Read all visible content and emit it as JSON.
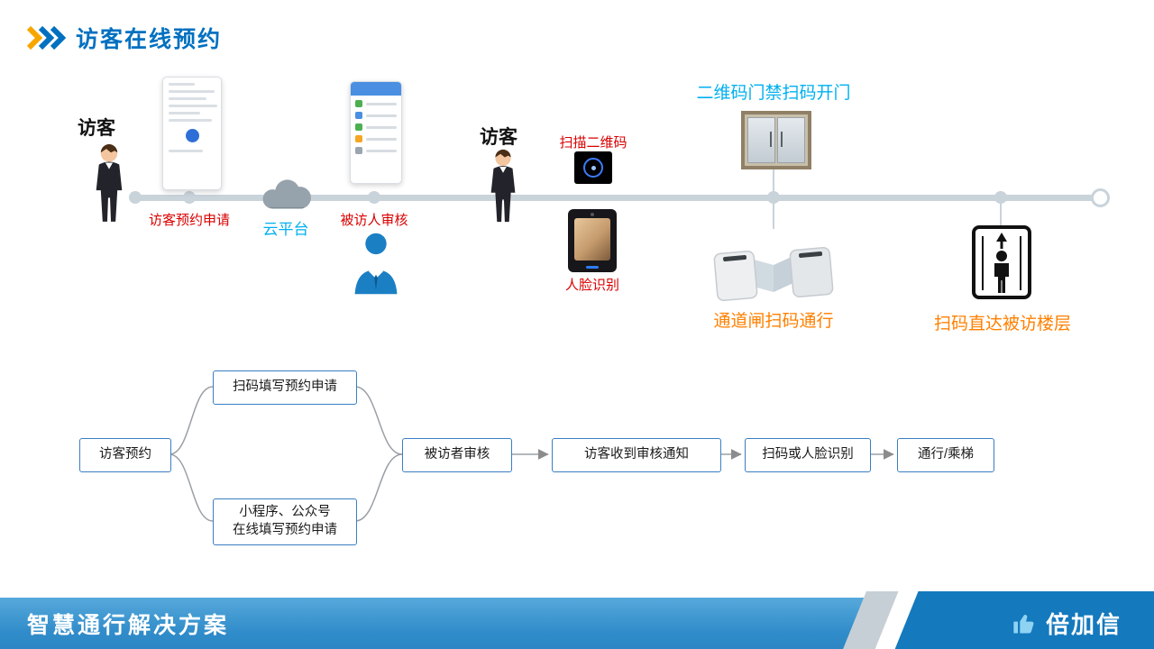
{
  "title": "访客在线预约",
  "colors": {
    "title_blue": "#0070C0",
    "label_red": "#D90000",
    "label_cyan": "#00B0F0",
    "label_orange": "#FF8000",
    "timeline_gray": "#C9D3DA",
    "flow_box_border": "#3A7EC2",
    "footer_blue": "#2F8BC9",
    "footer_dark_blue": "#1479BD"
  },
  "timeline": {
    "visitor1": "访客",
    "step_apply": "访客预约申请",
    "cloud": "云平台",
    "step_review": "被访人审核",
    "visitor2": "访客",
    "scan_qr": "扫描二维码",
    "face_recognition": "人脸识别",
    "door_title": "二维码门禁扫码开门",
    "gate_caption": "通道闸扫码通行",
    "elevator_caption": "扫码直达被访楼层"
  },
  "flowchart": {
    "nodes": [
      {
        "label": "访客预约"
      },
      {
        "label": "扫码填写预约申请"
      },
      {
        "label": "小程序、公众号\n在线填写预约申请"
      },
      {
        "label": "被访者审核"
      },
      {
        "label": "访客收到审核通知"
      },
      {
        "label": "扫码或人脸识别"
      },
      {
        "label": "通行/乘梯"
      }
    ]
  },
  "footer": {
    "slogan": "智慧通行解决方案",
    "brand": "倍加信"
  }
}
